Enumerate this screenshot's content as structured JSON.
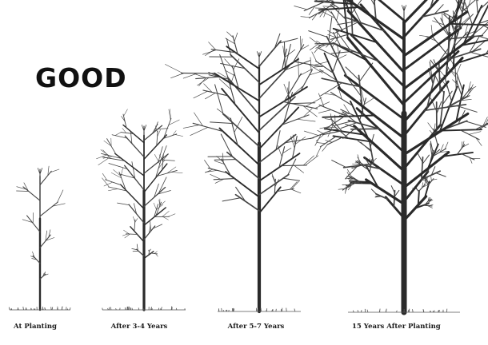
{
  "heading": "GOOD",
  "stages": [
    {
      "label": "At Planting"
    },
    {
      "label": "After 3-4 Years"
    },
    {
      "label": "After 5-7 Years"
    },
    {
      "label": "15 Years After Planting"
    }
  ],
  "colors": {
    "ink": "#2a2a2a",
    "background": "#ffffff"
  }
}
